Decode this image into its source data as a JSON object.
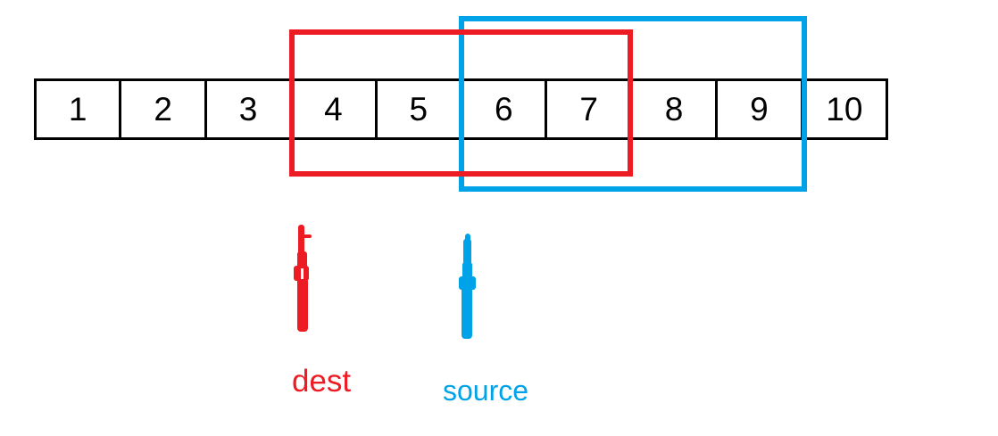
{
  "array": {
    "cells": [
      "1",
      "2",
      "3",
      "4",
      "5",
      "6",
      "7",
      "8",
      "9",
      "10"
    ]
  },
  "overlays": {
    "dest": {
      "label": "dest",
      "color": "#ed1c24",
      "covered_cells": [
        "4",
        "5",
        "6",
        "7"
      ]
    },
    "source": {
      "label": "source",
      "color": "#00a2e8",
      "covered_cells": [
        "6",
        "7",
        "8",
        "9"
      ]
    }
  }
}
